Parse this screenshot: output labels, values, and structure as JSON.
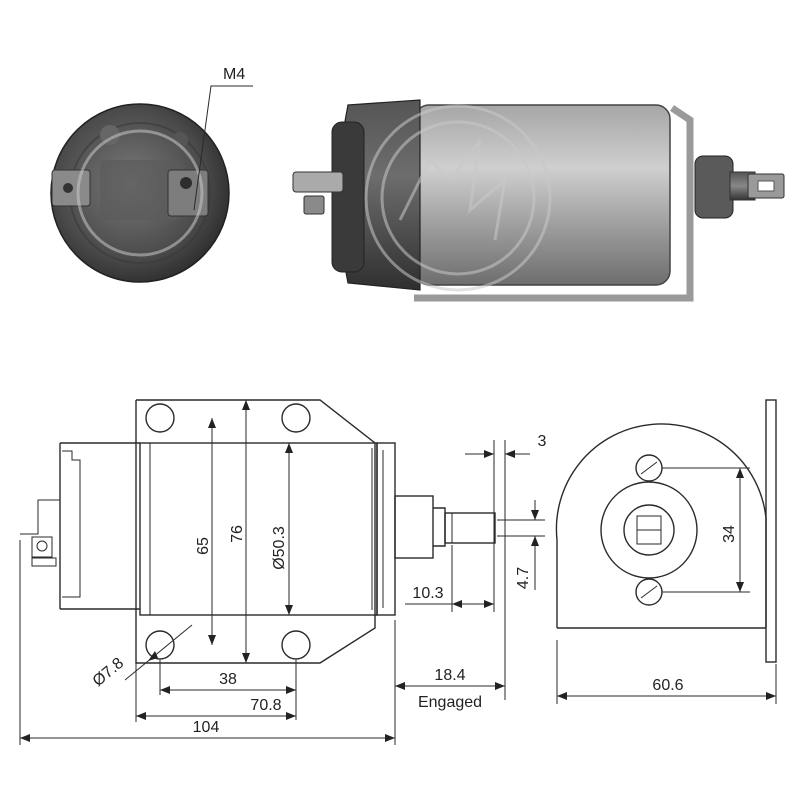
{
  "photo_labels": {
    "thread": "M4"
  },
  "dimensions": {
    "d65": "65",
    "d76": "76",
    "d50_3": "Ø50.3",
    "d7_8": "Ø7.8",
    "d38": "38",
    "d70_8": "70.8",
    "d104": "104",
    "d3": "3",
    "d10_3": "10.3",
    "d4_7": "4.7",
    "d18_4": "18.4",
    "engaged": "Engaged",
    "d34": "34",
    "d60_6": "60.6"
  },
  "watermark": "ZM"
}
